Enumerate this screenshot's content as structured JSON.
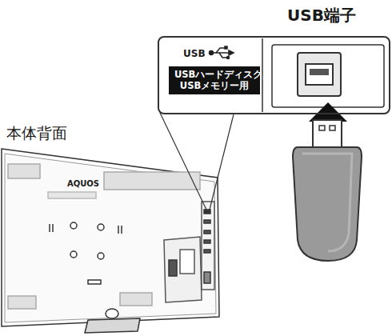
{
  "diagram": {
    "nodes": [
      {
        "text": [
          "USB端子",
          "USB"
        ]
      },
      {
        "text": [
          "USBハードディスク/ USBメモリー用"
        ],
        "in": 0
      },
      {
        "text": [
          "本体背面",
          "AQUOS"
        ]
      }
    ],
    "labels": []
  }
}
